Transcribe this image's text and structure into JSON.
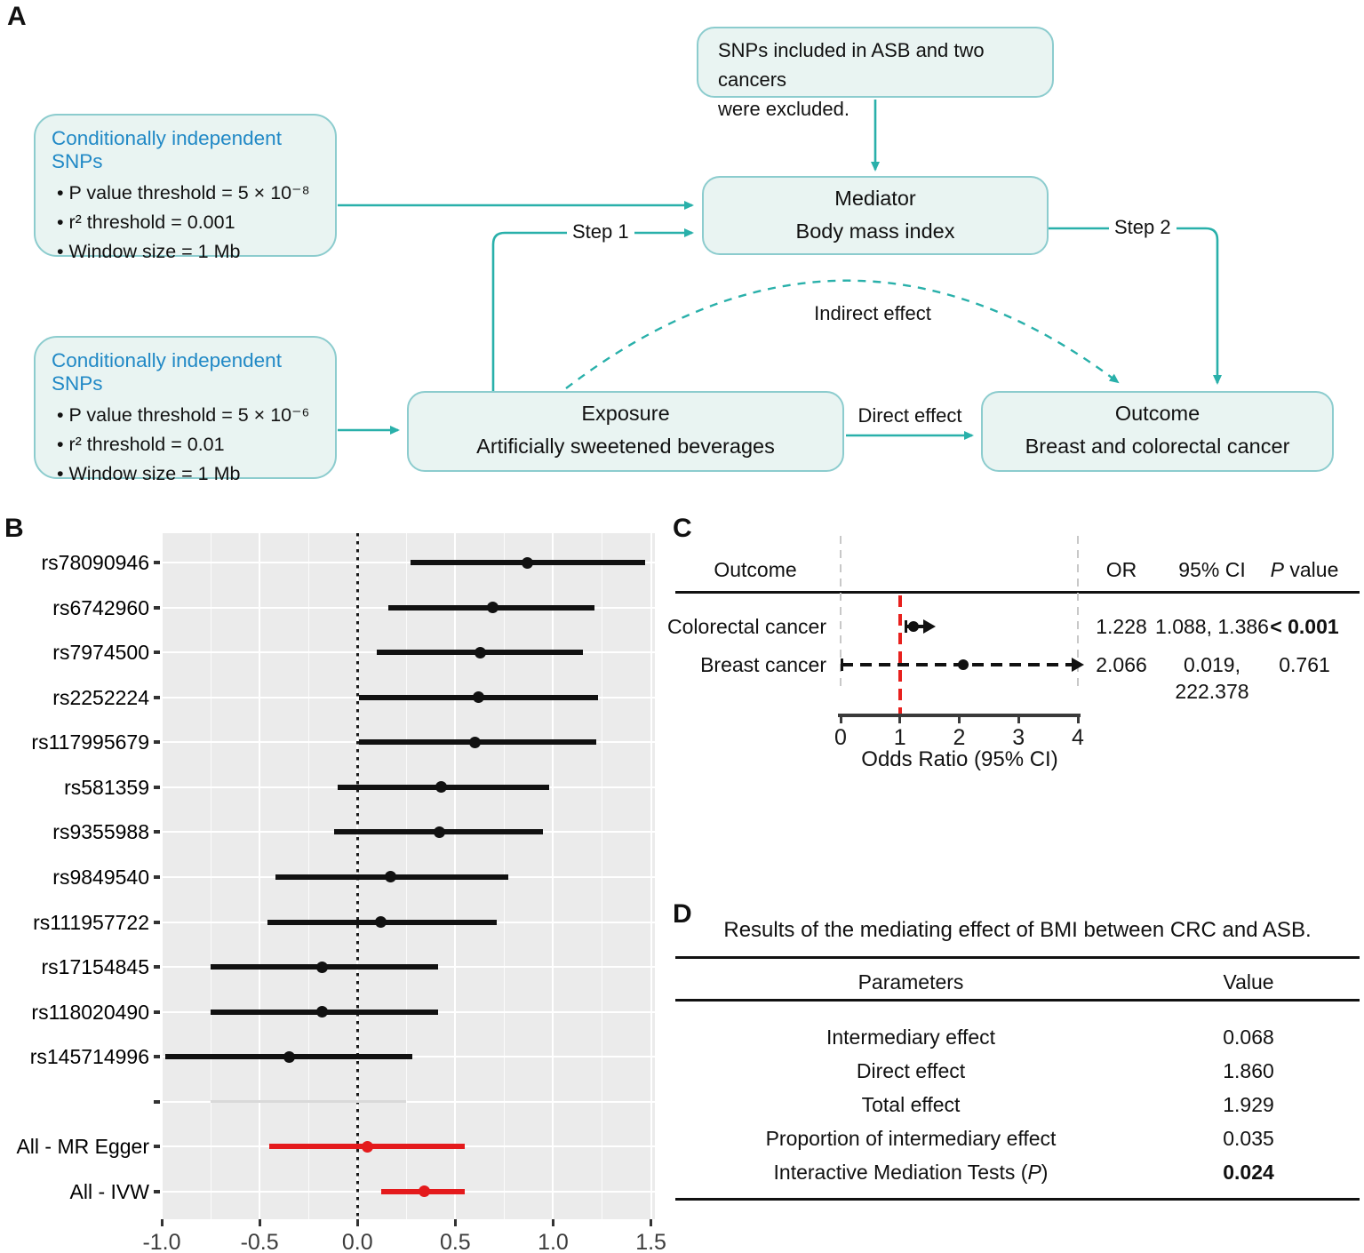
{
  "panel_a": {
    "label": "A",
    "exclusion_box": {
      "line1": "SNPs included in ASB and two cancers",
      "line2": "were excluded."
    },
    "snp_box_top": {
      "title": "Conditionally independent SNPs",
      "bullets": [
        "• P value threshold = 5 × 10⁻⁸",
        "• r² threshold = 0.001",
        "• Window size = 1 Mb"
      ]
    },
    "snp_box_bottom": {
      "title": "Conditionally independent SNPs",
      "bullets": [
        "• P value threshold = 5 × 10⁻⁶",
        "• r² threshold = 0.01",
        "• Window size = 1 Mb"
      ]
    },
    "mediator_box": {
      "title": "Mediator",
      "subtitle": "Body mass index"
    },
    "exposure_box": {
      "title": "Exposure",
      "subtitle": "Artificially sweetened beverages"
    },
    "outcome_box": {
      "title": "Outcome",
      "subtitle": "Breast and colorectal cancer"
    },
    "arrow_labels": {
      "step1": "Step 1",
      "step2": "Step 2",
      "direct": "Direct effect",
      "indirect": "Indirect effect"
    },
    "colors": {
      "teal": "#29b0aa",
      "box_fill": "#e9f4f2",
      "box_border": "#8cccce",
      "blue_title": "#2189c6"
    }
  },
  "panel_b": {
    "label": "B"
  },
  "panel_c": {
    "label": "C",
    "headers": {
      "outcome": "Outcome",
      "or": "OR",
      "ci": "95% CI",
      "p_italic": "P",
      "p_rest": " value"
    }
  },
  "panel_d": {
    "label": "D",
    "title": "Results of the mediating effect of BMI between CRC and ASB.",
    "headers": {
      "param": "Parameters",
      "value": "Value"
    },
    "rows": [
      {
        "param": "Intermediary effect",
        "value": "0.068"
      },
      {
        "param": "Direct effect",
        "value": "1.860"
      },
      {
        "param": "Total effect",
        "value": "1.929"
      },
      {
        "param": "Proportion of intermediary effect",
        "value": "0.035"
      },
      {
        "param_pre": "Interactive Mediation Tests (",
        "param_italic": "P",
        "param_post": ")",
        "value": "0.024",
        "bold": true
      }
    ]
  },
  "chart_data": [
    {
      "type": "scatter",
      "subtype": "forest-snp-effects",
      "panel": "B",
      "xlabel": "",
      "ylabel": "",
      "xlim": [
        -1.0,
        1.52
      ],
      "x_ticks": [
        -1.0,
        -0.5,
        0.0,
        0.5,
        1.0,
        1.5
      ],
      "x_tick_labels": [
        "-1.0",
        "-0.5",
        "0.0",
        "0.5",
        "1.0",
        "1.5"
      ],
      "minor_ticks": [
        -0.75,
        -0.25,
        0.25,
        0.75,
        1.25
      ],
      "zero_reference_line": 0.0,
      "grid": true,
      "panel_background": "#ebebeb",
      "colors": {
        "snp": "#111111",
        "summary": "#e41a1c",
        "separator": "#d9d9d9"
      },
      "rows": [
        {
          "label": "rs78090946",
          "beta": 0.87,
          "lo": 0.27,
          "hi": 1.47,
          "style": "snp"
        },
        {
          "label": "rs6742960",
          "beta": 0.69,
          "lo": 0.16,
          "hi": 1.21,
          "style": "snp"
        },
        {
          "label": "rs7974500",
          "beta": 0.63,
          "lo": 0.1,
          "hi": 1.15,
          "style": "snp"
        },
        {
          "label": "rs2252224",
          "beta": 0.62,
          "lo": 0.01,
          "hi": 1.23,
          "style": "snp"
        },
        {
          "label": "rs117995679",
          "beta": 0.6,
          "lo": 0.01,
          "hi": 1.22,
          "style": "snp"
        },
        {
          "label": "rs581359",
          "beta": 0.43,
          "lo": -0.1,
          "hi": 0.98,
          "style": "snp"
        },
        {
          "label": "rs9355988",
          "beta": 0.42,
          "lo": -0.12,
          "hi": 0.95,
          "style": "snp"
        },
        {
          "label": "rs9849540",
          "beta": 0.17,
          "lo": -0.42,
          "hi": 0.77,
          "style": "snp"
        },
        {
          "label": "rs111957722",
          "beta": 0.12,
          "lo": -0.46,
          "hi": 0.71,
          "style": "snp"
        },
        {
          "label": "rs17154845",
          "beta": -0.18,
          "lo": -0.75,
          "hi": 0.41,
          "style": "snp"
        },
        {
          "label": "rs118020490",
          "beta": -0.18,
          "lo": -0.75,
          "hi": 0.41,
          "style": "snp"
        },
        {
          "label": "rs145714996",
          "beta": -0.35,
          "lo": -0.98,
          "hi": 0.28,
          "style": "snp"
        },
        {
          "label": "",
          "beta": null,
          "lo": -0.75,
          "hi": 0.25,
          "style": "separator"
        },
        {
          "label": "All - MR Egger",
          "beta": 0.05,
          "lo": -0.45,
          "hi": 0.55,
          "style": "summary"
        },
        {
          "label": "All - IVW",
          "beta": 0.34,
          "lo": 0.12,
          "hi": 0.55,
          "style": "summary"
        }
      ]
    },
    {
      "type": "scatter",
      "subtype": "forest-odds-ratio",
      "panel": "C",
      "xlabel": "Odds Ratio (95% CI)",
      "xlim": [
        0,
        4
      ],
      "x_ticks": [
        0,
        1,
        2,
        3,
        4
      ],
      "x_tick_labels": [
        "0",
        "1",
        "2",
        "3",
        "4"
      ],
      "reference_line": 1.0,
      "reference_line_color": "#e8201d",
      "boundary_guides": [
        0,
        4
      ],
      "rows": [
        {
          "label": "Colorectal cancer",
          "or": 1.228,
          "lo": 1.088,
          "hi": 222.378,
          "ci_hi_drawn": 1.386,
          "line": "solid",
          "or_text": "1.228",
          "ci_text": "1.088, 1.386",
          "p_text": "< 0.001",
          "p_bold": true
        },
        {
          "label": "Breast cancer",
          "or": 2.066,
          "lo": 0.019,
          "hi": 222.378,
          "ci_hi_drawn": 3.9,
          "line": "dashed",
          "or_text": "2.066",
          "ci_text": "0.019, 222.378",
          "p_text": "0.761",
          "p_bold": false
        }
      ]
    }
  ]
}
